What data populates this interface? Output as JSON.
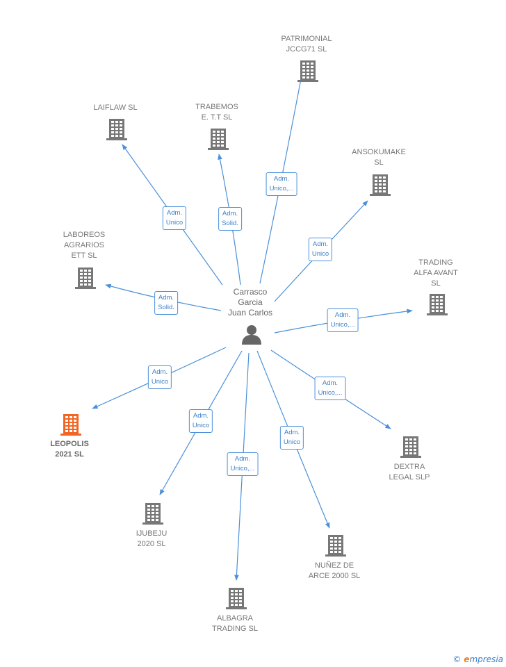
{
  "center": {
    "name": "Carrasco\nGarcia\nJuan Carlos",
    "icon": "person-icon"
  },
  "companies": [
    {
      "id": "patrimonial",
      "name": "PATRIMONIAL\nJCCG71  SL",
      "role": "Adm.\nUnico,...",
      "highlight": false
    },
    {
      "id": "laiflaw",
      "name": "LAIFLAW  SL",
      "role": "Adm.\nUnico",
      "highlight": false
    },
    {
      "id": "trabemos",
      "name": "TRABEMOS\nE. T.T  SL",
      "role": "Adm.\nSolid.",
      "highlight": false
    },
    {
      "id": "ansokumake",
      "name": "ANSOKUMAKE\nSL",
      "role": "Adm.\nUnico",
      "highlight": false
    },
    {
      "id": "laboreos",
      "name": "LABOREOS\nAGRARIOS\nETT  SL",
      "role": "Adm.\nSolid.",
      "highlight": false
    },
    {
      "id": "trading-alfa",
      "name": "TRADING\nALFA AVANT\nSL",
      "role": "Adm.\nUnico,...",
      "highlight": false
    },
    {
      "id": "leopolis",
      "name": "LEOPOLIS\n2021  SL",
      "role": "Adm.\nUnico",
      "highlight": true
    },
    {
      "id": "dextra",
      "name": "DEXTRA\nLEGAL SLP",
      "role": "Adm.\nUnico,...",
      "highlight": false
    },
    {
      "id": "ijubeju",
      "name": "IJUBEJU\n2020  SL",
      "role": "Adm.\nUnico",
      "highlight": false
    },
    {
      "id": "nunez",
      "name": "NUÑEZ DE\nARCE 2000 SL",
      "role": "Adm.\nUnico",
      "highlight": false
    },
    {
      "id": "albagra",
      "name": "ALBAGRA\nTRADING  SL",
      "role": "Adm.\nUnico,...",
      "highlight": false
    }
  ],
  "colors": {
    "edge": "#4a90d9",
    "building": "#777777",
    "building_highlight": "#f26522",
    "person": "#666666"
  },
  "footer": {
    "copyright": "©",
    "brand_initial": "e",
    "brand_rest": "mpresia"
  }
}
